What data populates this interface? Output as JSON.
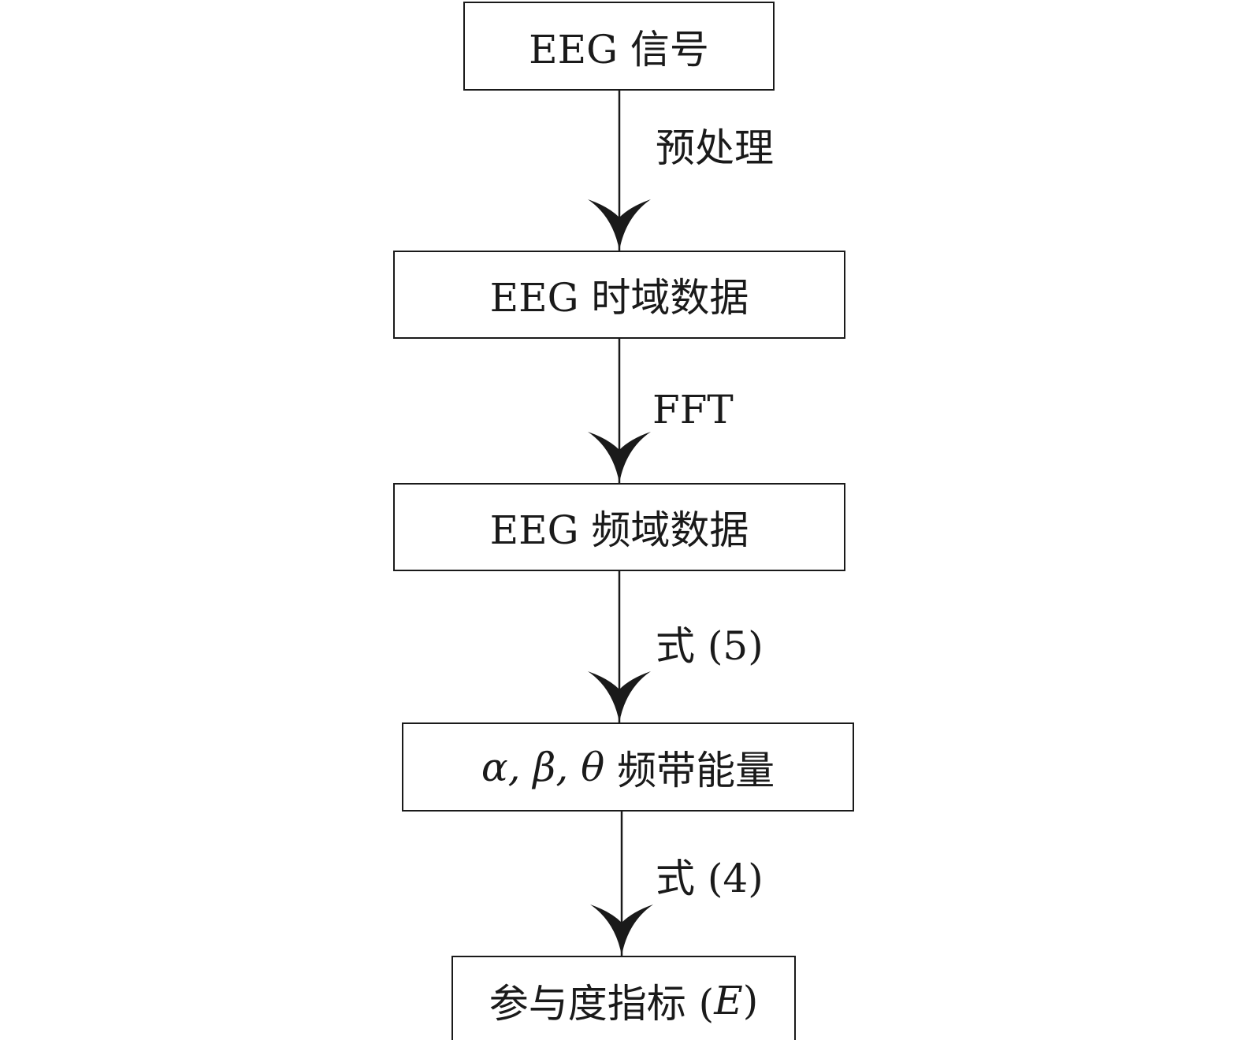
{
  "diagram": {
    "nodes": [
      {
        "id": "eeg-signal",
        "label": "EEG 信号"
      },
      {
        "id": "eeg-time-domain",
        "label": "EEG 时域数据"
      },
      {
        "id": "eeg-freq-domain",
        "label": "EEG 频域数据"
      },
      {
        "id": "band-energy",
        "math": "α, β, θ",
        "label": " 频带能量"
      },
      {
        "id": "engagement-index",
        "label": "参与度指标 (",
        "math": "E",
        "label_end": ")"
      }
    ],
    "edges": [
      {
        "from": "eeg-signal",
        "to": "eeg-time-domain",
        "label": "预处理"
      },
      {
        "from": "eeg-time-domain",
        "to": "eeg-freq-domain",
        "label": "FFT"
      },
      {
        "from": "eeg-freq-domain",
        "to": "band-energy",
        "label": "式 (5)"
      },
      {
        "from": "band-energy",
        "to": "engagement-index",
        "label": "式 (4)"
      }
    ]
  }
}
